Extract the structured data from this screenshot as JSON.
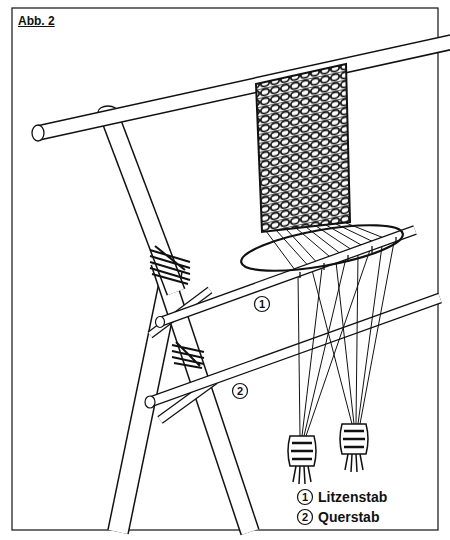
{
  "diagram": {
    "title": "Abb. 2",
    "labels": [
      "1",
      "2",
      "1",
      "Litzenstab",
      "2",
      "Querstab"
    ]
  }
}
